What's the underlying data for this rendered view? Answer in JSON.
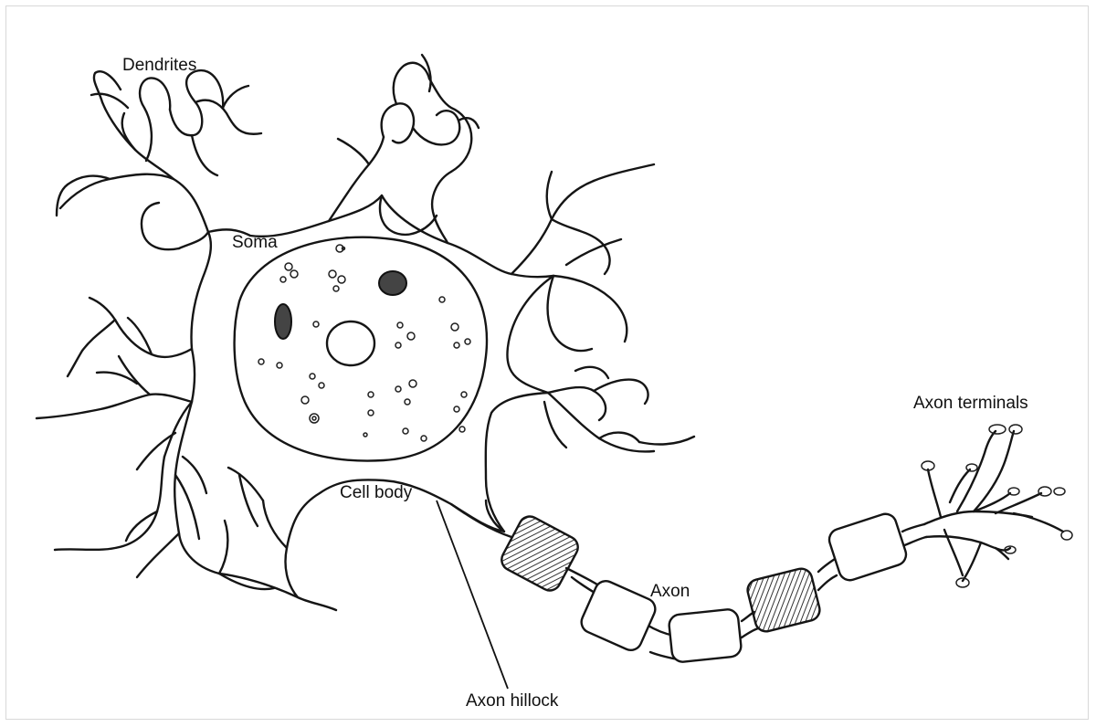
{
  "diagram": {
    "labels": {
      "dendrites": "Dendrites",
      "soma": "Soma",
      "cell_body": "Cell body",
      "axon": "Axon",
      "axon_terminals": "Axon terminals",
      "axon_hillock": "Axon hillock"
    },
    "colors": {
      "ink": "#151515",
      "background": "#ffffff",
      "shading": "#555555"
    }
  }
}
